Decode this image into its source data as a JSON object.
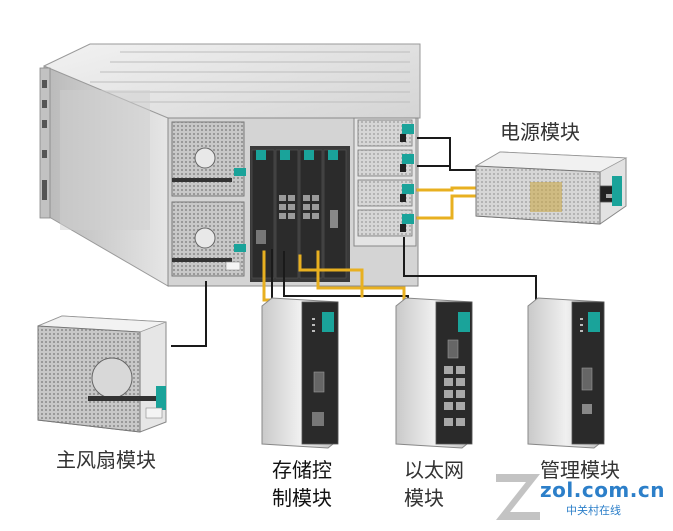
{
  "labels": {
    "power": "电源模块",
    "fan": "主风扇模块",
    "storage_line1": "存储控",
    "storage_line2": "制模块",
    "ethernet_line1": "以太网",
    "ethernet_line2": "模块",
    "management": "管理模块"
  },
  "watermark": {
    "url": "zol.com.cn",
    "cn": "中关村在线"
  },
  "colors": {
    "yellow_link": "#e8b020",
    "black_link": "#1a1a1a",
    "chassis": "#d9d9d9",
    "module_green": "#1aa39a"
  }
}
